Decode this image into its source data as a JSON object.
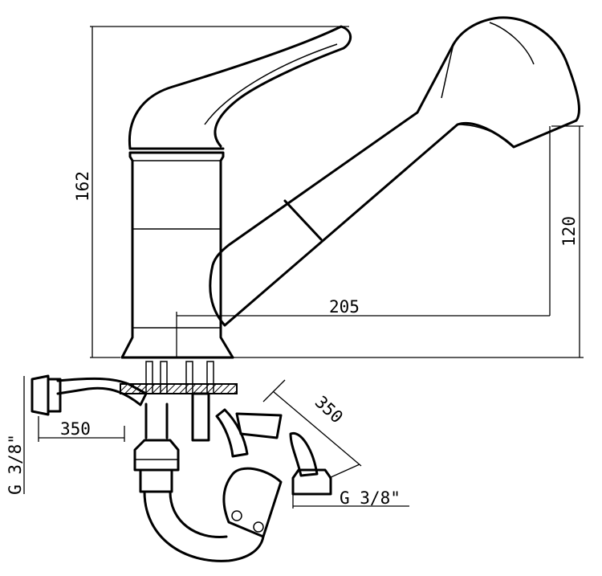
{
  "dimensions": {
    "height_total": "162",
    "spout_height": "120",
    "spout_reach": "205",
    "hose_length_left": "350",
    "hose_length_right": "350"
  },
  "connections": {
    "thread_left": "G 3/8\"",
    "thread_right": "G 3/8\""
  }
}
